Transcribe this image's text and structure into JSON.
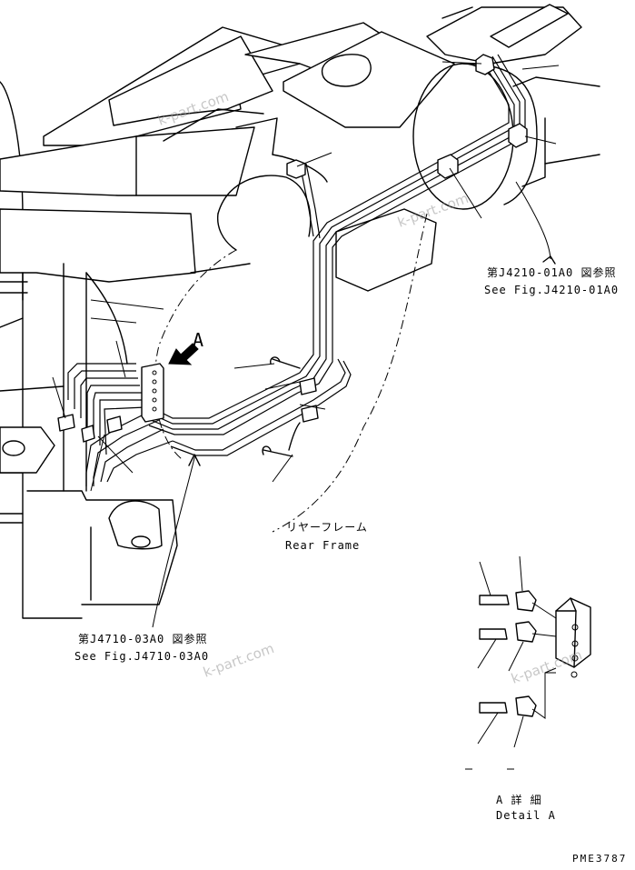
{
  "ref_top": {
    "jp": "第J4210-01A0 図参照",
    "en": "See Fig.J4210-01A0"
  },
  "ref_bottom": {
    "jp": "第J4710-03A0 図参照",
    "en": "See Fig.J4710-03A0"
  },
  "rear_frame": {
    "jp": "リヤーフレーム",
    "en": "Rear Frame"
  },
  "view_marker": "A",
  "detail": {
    "jp": "A 詳 細",
    "en": "Detail A"
  },
  "drawing_code": "PME3787",
  "watermark": "k-part.com"
}
